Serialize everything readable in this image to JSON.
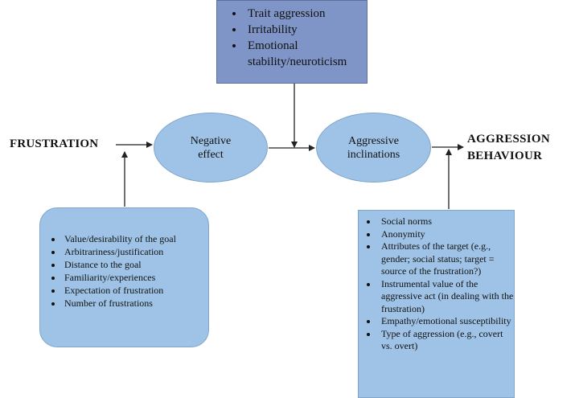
{
  "top_box": {
    "items": [
      "Trait aggression",
      "Irritability",
      "Emotional stability/neuroticism"
    ]
  },
  "nodes": {
    "frustration": "FRUSTRATION",
    "negative_effect": [
      "Negative",
      "effect"
    ],
    "aggressive_inclinations": [
      "Aggressive",
      "inclinations"
    ],
    "aggression_behaviour": [
      "AGGRESSION",
      "BEHAVIOUR"
    ]
  },
  "left_box": {
    "items": [
      "Value/desirability of the goal",
      "Arbitrariness/justification",
      "Distance to the goal",
      "Familiarity/experiences",
      "Expectation of frustration",
      "Number of frustrations"
    ]
  },
  "right_box": {
    "items": [
      "Social norms",
      "Anonymity",
      "Attributes of the target (e.g., gender; social status; target = source of the frustration?)",
      "Instrumental value of the aggressive act (in dealing with the frustration)",
      "Empathy/emotional susceptibility",
      "Type of aggression (e.g., covert vs. overt)"
    ]
  }
}
